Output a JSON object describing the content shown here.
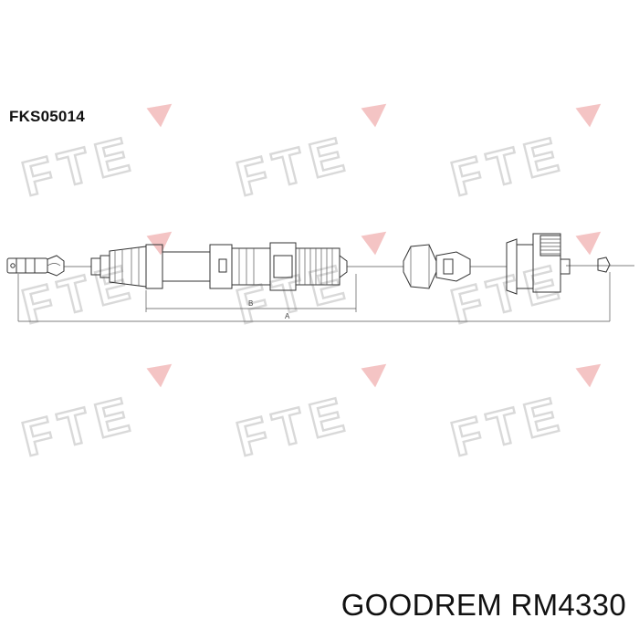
{
  "part_number": "FKS05014",
  "caption": "GOODREM RM4330",
  "watermark": {
    "text": "FTE",
    "text_color": "#d9d9d9",
    "triangle_color": "#f4c4c4"
  },
  "dimensions": {
    "b_label": "B",
    "a_label": "A"
  },
  "colors": {
    "line": "#333333",
    "background": "#ffffff"
  }
}
